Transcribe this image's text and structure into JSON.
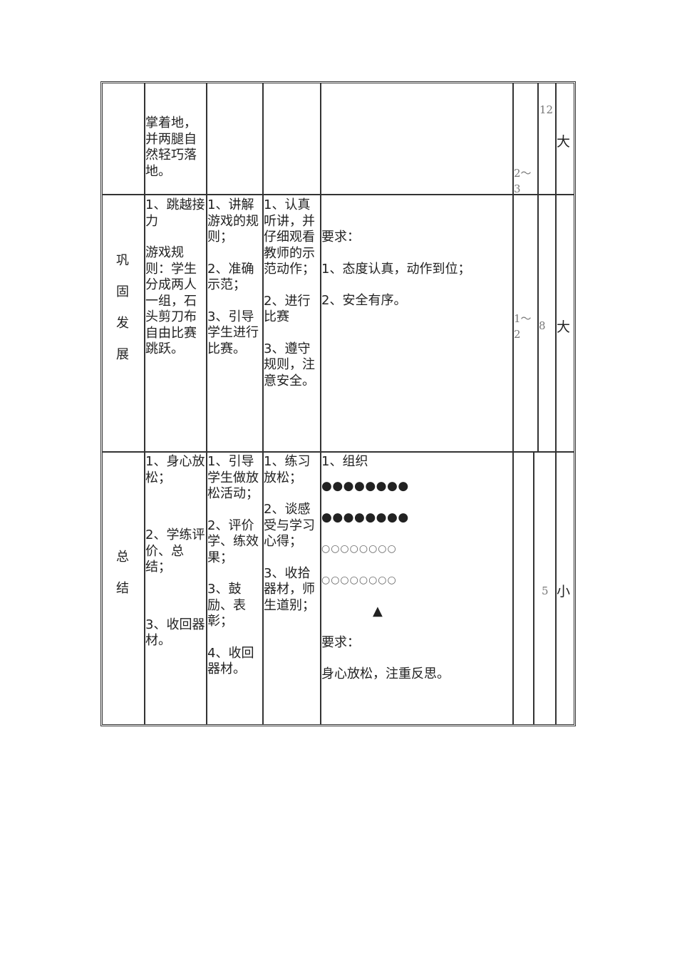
{
  "rows": [
    {
      "id": "row1",
      "stage": [],
      "content": [
        "掌着地，并两腿自然轻巧落地。"
      ],
      "teacher": [],
      "student": [],
      "requirements": [],
      "times": "2～3",
      "duration": "12",
      "intensity": "大"
    },
    {
      "id": "row2",
      "stage": [
        "巩",
        "固",
        "发",
        "展"
      ],
      "content": [
        "1、跳越接力",
        "游戏规则：学生分成两人一组，石头剪刀布自由比赛跳跃。"
      ],
      "teacher": [
        "1、讲解游戏的规则；",
        "2、准确示范；",
        "3、引导学生进行比赛。"
      ],
      "student": [
        "1、认真听讲，并仔细观看教师的示范动作；",
        "2、进行比赛",
        "3、遵守规则，注意安全。"
      ],
      "requirements": [
        "要求：",
        "1、态度认真，动作到位；",
        "2、安全有序。"
      ],
      "times": "1～2",
      "duration": "8",
      "intensity": "大"
    },
    {
      "id": "row3",
      "stage": [
        "总",
        "结"
      ],
      "content": [
        "1、身心放松；",
        "2、学练评价、总结；",
        "3、收回器材。"
      ],
      "teacher": [
        "1、引导学生做放松活动；",
        "2、评价学、练效果；",
        "3、鼓励、表彰；",
        "4、收回器材。"
      ],
      "student": [
        "1、练习放松；",
        "2、谈感受与学习心得；",
        "3、收拾器材，师生道别；"
      ],
      "organization": {
        "title": "1、组织",
        "rows": [
          "●●●●●●●●",
          "●●●●●●●●",
          "○○○○○○○○",
          "○○○○○○○○"
        ],
        "teacher_marker": "▲",
        "req_title": "要求：",
        "req_text": "身心放松，注重反思。"
      },
      "times": "",
      "duration": "5",
      "intensity": "小"
    }
  ]
}
